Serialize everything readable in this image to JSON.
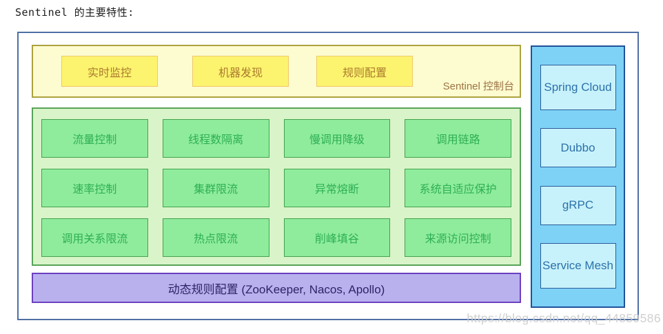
{
  "page": {
    "title": "Sentinel 的主要特性:"
  },
  "console_panel": {
    "label": "Sentinel 控制台",
    "items": [
      "实时监控",
      "机器发现",
      "规则配置"
    ]
  },
  "features_panel": {
    "items": [
      "流量控制",
      "线程数隔离",
      "慢调用降级",
      "调用链路",
      "速率控制",
      "集群限流",
      "异常熔断",
      "系统自适应保护",
      "调用关系限流",
      "热点限流",
      "削峰填谷",
      "来源访问控制"
    ]
  },
  "rules_bar": {
    "label": "动态规则配置 (ZooKeeper, Nacos, Apollo)"
  },
  "integrations_panel": {
    "items": [
      "Spring Cloud",
      "Dubbo",
      "gRPC",
      "Service Mesh"
    ]
  },
  "watermark": "https://blog.csdn.net/qq_44859586",
  "colors": {
    "outer_border": "#4e6fa5",
    "console_panel_bg": "#fdfbd0",
    "console_box_bg": "#fcf36e",
    "console_text": "#aa7b2d",
    "features_panel_bg": "#d9f4c9",
    "feature_box_bg": "#8fec9d",
    "feature_text": "#2eaf55",
    "rules_bar_bg": "#b9b1ee",
    "rules_border": "#6b3fc0",
    "integrations_bg": "#7ed2f6",
    "integration_box_bg": "#c8f2fb",
    "integration_text": "#2c71ab"
  }
}
